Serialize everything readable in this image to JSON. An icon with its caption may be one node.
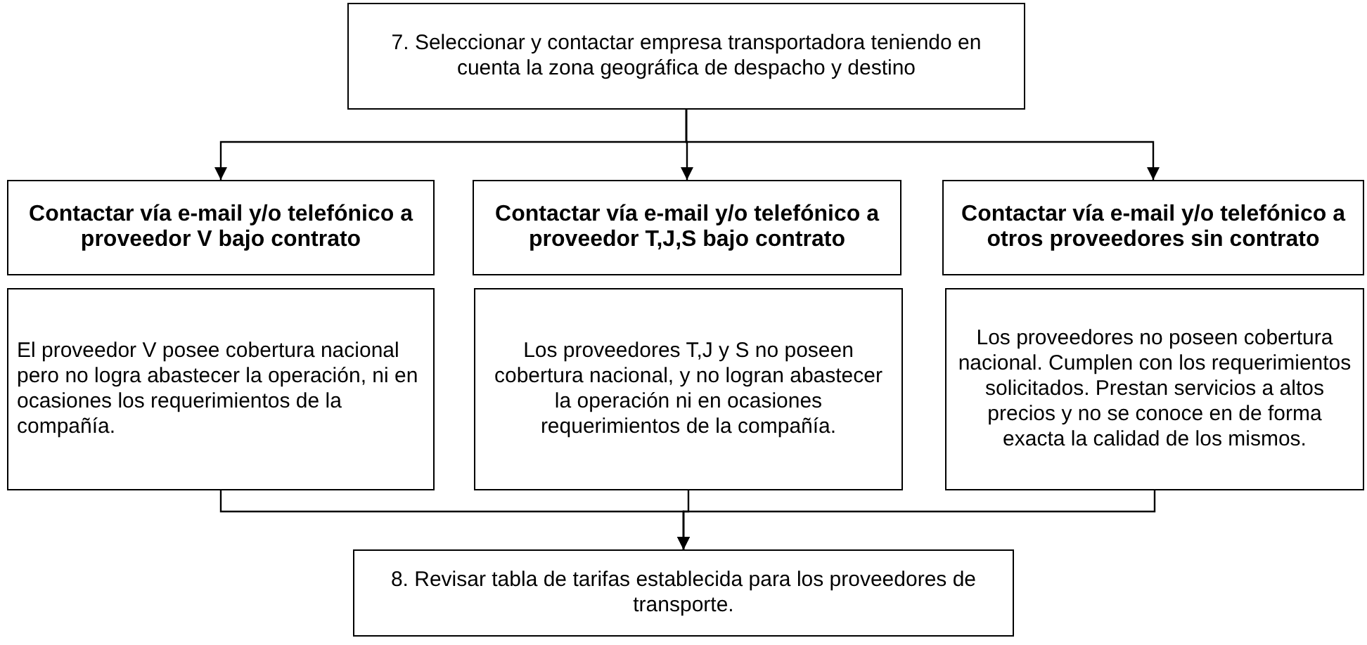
{
  "diagram": {
    "nodes": [
      {
        "text": [
          "7. Seleccionar y contactar empresa transportadora teniendo en cuenta la zona geográfica de despacho y destino"
        ]
      },
      {
        "text": [
          "Contactar vía e-mail y/o telefónico a proveedor V bajo contrato"
        ]
      },
      {
        "text": [
          "Contactar vía e-mail y/o telefónico a proveedor T,J,S bajo contrato"
        ]
      },
      {
        "text": [
          "Contactar vía e-mail y/o telefónico a otros proveedores sin contrato"
        ]
      },
      {
        "text": [
          "El proveedor V posee cobertura nacional pero no logra abastecer la operación, ni en ocasiones los requerimientos de la compañía."
        ]
      },
      {
        "text": [
          "Los proveedores  T,J y S no poseen cobertura nacional, y no logran abastecer la operación ni en ocasiones requerimientos de la compañía."
        ]
      },
      {
        "text": [
          "Los proveedores no poseen cobertura nacional. Cumplen con los requerimientos solicitados. Prestan servicios a altos precios y no se conoce en de forma exacta la calidad de los mismos."
        ]
      },
      {
        "text": [
          "8.  Revisar tabla de tarifas establecida para los proveedores de transporte."
        ]
      }
    ],
    "edges": [
      {
        "from": 0,
        "to": 1,
        "arrow": "to"
      },
      {
        "from": 0,
        "to": 2,
        "arrow": "to"
      },
      {
        "from": 0,
        "to": 3,
        "arrow": "to"
      },
      {
        "from": 4,
        "to": 7,
        "arrow": "to"
      },
      {
        "from": 5,
        "to": 7,
        "arrow": "to"
      },
      {
        "from": 6,
        "to": 7,
        "arrow": "to"
      }
    ]
  }
}
